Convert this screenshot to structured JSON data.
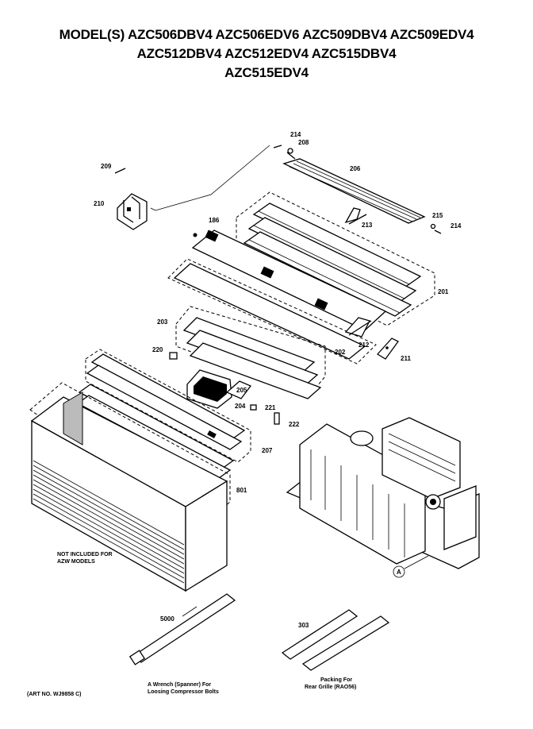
{
  "header": {
    "line1": "MODEL(S) AZC506DBV4  AZC506EDV6  AZC509DBV4  AZC509EDV4",
    "line2": "AZC512DBV4  AZC512EDV4  AZC515DBV4",
    "line3": "AZC515EDV4"
  },
  "part_labels": {
    "p214a": "214",
    "p208a": "208",
    "p209": "209",
    "p206": "206",
    "p210": "210",
    "p213": "213",
    "p215": "215",
    "p214b": "214",
    "p186": "186",
    "p201": "201",
    "p203": "203",
    "p220": "220",
    "p212": "212",
    "p202": "202",
    "p211": "211",
    "p205": "205",
    "p204": "204",
    "p221": "221",
    "p222": "222",
    "p207": "207",
    "p801": "801",
    "pA": "A",
    "p5000": "5000",
    "p303": "303"
  },
  "notes": {
    "not_included_1": "NOT INCLUDED FOR",
    "not_included_2": "AZW MODELS",
    "wrench_1": "A Wrench (Spanner) For",
    "wrench_2": "Loosing Compressor Bolts",
    "packing_1": "Packing For",
    "packing_2": "Rear Grille (RAO56)",
    "art_no": "(ART NO. WJ9858 C)"
  }
}
